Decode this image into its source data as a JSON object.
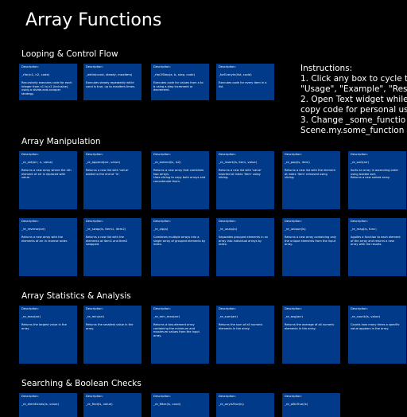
{
  "page_title": "Array Functions",
  "instructions": "Instructions:\n1. Click any box to cycle t\n\"Usage\", \"Example\", \"Res\n2. Open Text widget while\ncopy code for personal us\n3. Change _some_functio\nScene.my.some_function",
  "section_titles": {
    "looping": "Looping & Control Flow",
    "manipulation": "Array Manipulation",
    "statistics": "Array Statistics & Analysis",
    "searching": "Searching & Boolean Checks"
  },
  "cards": {
    "looping": [
      {
        "desc": "Description:",
        "sig": "_rfor(n1, n2, code)",
        "body": "Recursively executes code for each\ninteger from n1 to n2 (inclusive),\nusing a divide-and-conquer\nstrategy."
      },
      {
        "desc": "Description:",
        "sig": "_while(cond, steady, maxIters)",
        "body": "Executes steady repeatedly while\ncond is true, up to maxIters times."
      },
      {
        "desc": "Description:",
        "sig": "_rfor2Step(a, b, step, code)",
        "body": "Executes code for values from a to\nb using a step increment or\ndecrement."
      },
      {
        "desc": "Description:",
        "sig": "_forEveryIn(list, code)",
        "body": "Executes code for every item in a\nlist."
      }
    ],
    "manipulation_row1": [
      {
        "desc": "Description:",
        "sig": "_re_set(arr, n, value)",
        "body": "Returns a new array where the nth\nelement of arr is replaced with\nvalue."
      },
      {
        "desc": "Description:",
        "sig": "_re_append(arr, value)",
        "body": "Returns a new list with 'value'\nadded to the end of 'ls'."
      },
      {
        "desc": "Description:",
        "sig": "_re_extend(ls, ls2)",
        "body": "Returns a new array that combines\ntwo arrays.\nUses slicing to copy both arrays and\nconcatenate them."
      },
      {
        "desc": "Description:",
        "sig": "_re_insert(ls, item, value)",
        "body": "Returns a new list with 'value'\ninserted at index 'item' using\nslicing."
      },
      {
        "desc": "Description:",
        "sig": "_re_pop(ls, item)",
        "body": "Returns a new list with the element\nat index 'item' removed using\nslicing."
      },
      {
        "desc": "Description:",
        "sig": "_re_sort(arr)",
        "body": "Sorts an array in ascending order\nusing bubble sort.\nReturns a new sorted array."
      }
    ],
    "manipulation_row2": [
      {
        "desc": "Description:",
        "sig": "_re_reverse(arr)",
        "body": "Returns a new array with the\nelements of arr in reverse order."
      },
      {
        "desc": "Description:",
        "sig": "_re_swap(ls, item1, item2)",
        "body": "Returns a new list with the\nelements at item1 and item2\nswapped."
      },
      {
        "desc": "Description:",
        "sig": "_re_zip(a)",
        "body": "Combines multiple arrays into a\nsingle array of grouped elements by\nindex."
      },
      {
        "desc": "Description:",
        "sig": "_re_unzip(a)",
        "body": "Separates grouped elements in an\narray into individual arrays by\nindex."
      },
      {
        "desc": "Description:",
        "sig": "_re_unique(ls)",
        "body": "Returns a new array containing only\nthe unique elements from the input\narray."
      },
      {
        "desc": "Description:",
        "sig": "_re_map(ls, func)",
        "body": "Applies a function to each element\nof the array and returns a new\narray with the results."
      }
    ],
    "statistics": [
      {
        "desc": "Description:",
        "sig": "_re_max(arr)",
        "body": "Returns the largest value in the\narray."
      },
      {
        "desc": "Description:",
        "sig": "_re_min(arr)",
        "body": "Returns the smallest value in the\narray."
      },
      {
        "desc": "Description:",
        "sig": "_re_min_max(arr)",
        "body": "Returns a two-element array\ncontaining the minimum and\nmaximum values from the input\narray."
      },
      {
        "desc": "Description:",
        "sig": "_re_sum(arr)",
        "body": "Returns the sum of all numeric\nelements in the array."
      },
      {
        "desc": "Description:",
        "sig": "_re_avg(arr)",
        "body": "Returns the average of all numeric\nelements in the array."
      },
      {
        "desc": "Description:",
        "sig": "_re_count(ls, value)",
        "body": "Counts how many times a specific\nvalue appears in the array."
      }
    ],
    "searching": [
      {
        "desc": "Description:",
        "sig": "_re_elemExists(ls, value)",
        "body": ""
      },
      {
        "desc": "Description:",
        "sig": "_re_find(ls, value)",
        "body": ""
      },
      {
        "desc": "Description:",
        "sig": "_re_filter(ls, cond)",
        "body": ""
      },
      {
        "desc": "Description:",
        "sig": "_re_anyIsTrue(ls)",
        "body": ""
      },
      {
        "desc": "Description:",
        "sig": "_re_allIsTrue(ls)",
        "body": ""
      }
    ]
  }
}
